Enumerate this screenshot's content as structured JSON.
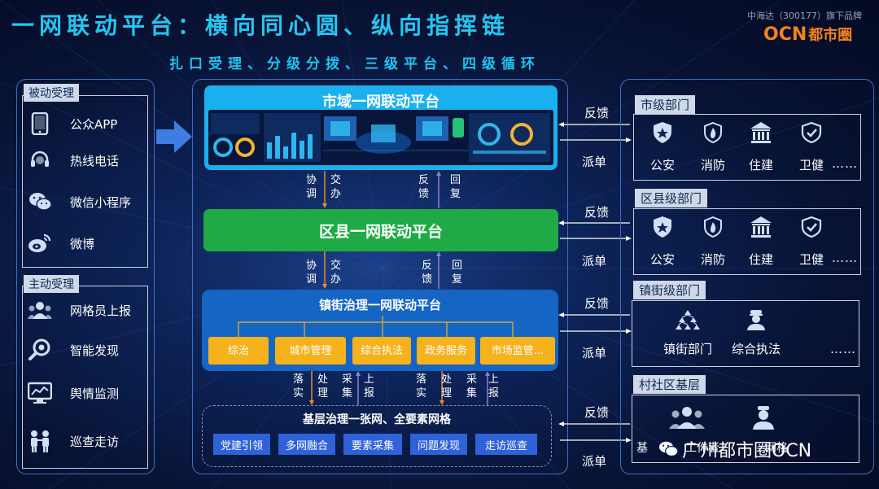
{
  "header": {
    "title": "一网联动平台：横向同心圆、纵向指挥链",
    "subtitle": "扎口受理、分级分拨、三级平台、四级循环",
    "brand_tag": "中海达（300177）旗下品牌",
    "brand_logo_o": "O",
    "brand_logo_cn": "CN",
    "brand_logo_name": "都市圈"
  },
  "left": {
    "passive": {
      "label": "被动受理",
      "items": [
        {
          "icon": "tablet-icon",
          "label": "公众APP"
        },
        {
          "icon": "headset-icon",
          "label": "热线电话"
        },
        {
          "icon": "wechat-icon",
          "label": "微信小程序"
        },
        {
          "icon": "weibo-icon",
          "label": "微博"
        }
      ]
    },
    "active": {
      "label": "主动受理",
      "items": [
        {
          "icon": "people-icon",
          "label": "网格员上报"
        },
        {
          "icon": "magnifier-icon",
          "label": "智能发现"
        },
        {
          "icon": "monitor-chart-icon",
          "label": "舆情监测"
        },
        {
          "icon": "two-people-icon",
          "label": "巡查走访"
        }
      ]
    }
  },
  "center": {
    "city_title": "市域一网联动平台",
    "county_title": "区县一网联动平台",
    "town_title": "镇街治理一网联动平台",
    "town_modules": [
      "综治",
      "城市管理",
      "综合执法",
      "政务服务",
      "市场监管..."
    ],
    "grass_title": "基层治理一张网、全要素网格",
    "grass_modules": [
      "党建引领",
      "多网融合",
      "要素采集",
      "问题发现",
      "走访巡查"
    ],
    "down_labels": [
      "协调",
      "交办"
    ],
    "up_labels": [
      "反馈",
      "回复"
    ],
    "bottom_down_labels": [
      "落实",
      "处理"
    ],
    "bottom_up_labels": [
      "采集",
      "上报"
    ]
  },
  "arrows": {
    "feedback": "反馈",
    "dispatch": "派单"
  },
  "right": {
    "city_dept": {
      "label": "市级部门",
      "items": [
        {
          "icon": "police-badge-icon",
          "label": "公安"
        },
        {
          "icon": "fire-icon",
          "label": "消防"
        },
        {
          "icon": "building-icon",
          "label": "住建"
        },
        {
          "icon": "shield-check-icon",
          "label": "卫健"
        }
      ],
      "more": "……"
    },
    "county_dept": {
      "label": "区县级部门",
      "items": [
        {
          "icon": "police-badge-icon",
          "label": "公安"
        },
        {
          "icon": "fire-icon",
          "label": "消防"
        },
        {
          "icon": "building-icon",
          "label": "住建"
        },
        {
          "icon": "shield-check-icon",
          "label": "卫健"
        }
      ],
      "more": "……"
    },
    "town_dept": {
      "label": "镇街级部门",
      "items": [
        {
          "icon": "hierarchy-icon",
          "label": "镇街部门"
        },
        {
          "icon": "officer-icon",
          "label": "综合执法"
        }
      ],
      "more": "……"
    },
    "community": {
      "label": "村社区基层",
      "partial_left": "基",
      "partial_mid": "工作者",
      "partial_right": "网格"
    }
  },
  "watermark": "广州都市圈OCN",
  "colors": {
    "title": "#24c6f2",
    "city_platform": "#1ab0ee",
    "county_platform": "#1faa46",
    "town_platform": "#1565c4",
    "module_yellow": "#f6b21c",
    "grass_button": "#2f62d8",
    "arrow_orange": "#e68a2e",
    "arrow_purple": "#8f7fd8",
    "brand": "#f5821f"
  }
}
